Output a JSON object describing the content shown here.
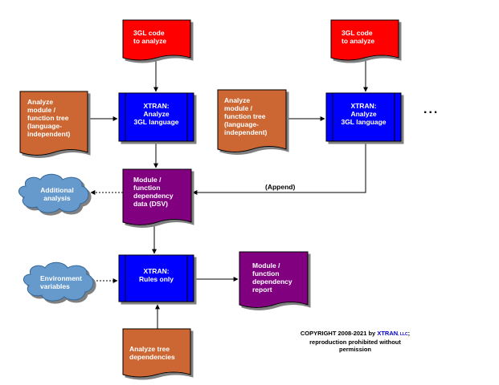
{
  "nodes": {
    "code1": "3GL code\nto analyze",
    "code2": "3GL code\nto analyze",
    "tree1": "Analyze\nmodule /\nfunction tree\n(language-\nindependent)",
    "tree2": "Analyze\nmodule /\nfunction tree\n(language-\nindependent)",
    "xtran1_brand": "XTRAN",
    "xtran1_rest": ":\nAnalyze\n3GL language",
    "xtran2_brand": "XTRAN",
    "xtran2_rest": ":\nAnalyze\n3GL language",
    "dsv": "Module /\nfunction\ndependency\ndata (DSV)",
    "additional": "Additional\nanalysis",
    "environment": "Environment\nvariables",
    "xtran3_brand": "XTRAN",
    "xtran3_rest": ":\nRules only",
    "report": "Module /\nfunction\ndependency\nreport",
    "dependencies": "Analyze tree\ndependencies",
    "append_label": "(Append)",
    "ellipsis": "..."
  },
  "copyright": {
    "line1_prefix": "COPYRIGHT 2008-2021 by ",
    "brand": "XTRAN",
    "llc": ", LLC",
    "line1_suffix": ";",
    "line2": "reproduction prohibited without",
    "line3": "permission"
  },
  "colors": {
    "code_red": "#ff0000",
    "tree_orange": "#cc6633",
    "xtran_blue": "#0000ff",
    "dsv_purple": "#800080",
    "cloud_blue": "#6699cc"
  }
}
